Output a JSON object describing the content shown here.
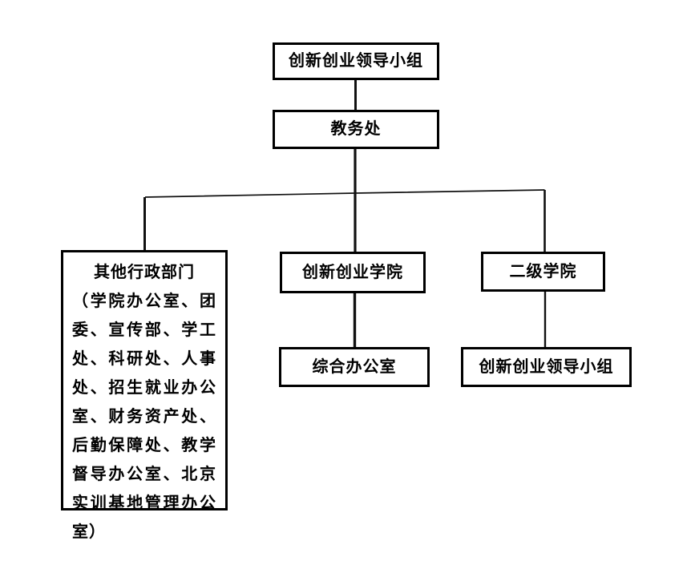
{
  "diagram": {
    "type": "org-chart",
    "background": "#ffffff",
    "line_color": "#111111",
    "text_color": "#000000",
    "nodes": {
      "leader_group_top": {
        "label": "创新创业领导小组"
      },
      "academic_affairs": {
        "label": "教务处"
      },
      "other_departments": {
        "title": "其他行政部门",
        "detail": "（学院办公室、团委、宣传部、学工处、科研处、人事处、招生就业办公室、财务资产处、后勤保障处、教学督导办公室、北京实训基地管理办公室）"
      },
      "innovation_college": {
        "label": "创新创业学院"
      },
      "general_office": {
        "label": "综合办公室"
      },
      "secondary_colleges": {
        "label": "二级学院"
      },
      "leader_group_secondary": {
        "label": "创新创业领导小组"
      }
    },
    "edges": [
      {
        "from": "leader_group_top",
        "to": "academic_affairs"
      },
      {
        "from": "academic_affairs",
        "to": "other_departments"
      },
      {
        "from": "academic_affairs",
        "to": "innovation_college"
      },
      {
        "from": "academic_affairs",
        "to": "secondary_colleges"
      },
      {
        "from": "innovation_college",
        "to": "general_office"
      },
      {
        "from": "secondary_colleges",
        "to": "leader_group_secondary"
      }
    ]
  }
}
